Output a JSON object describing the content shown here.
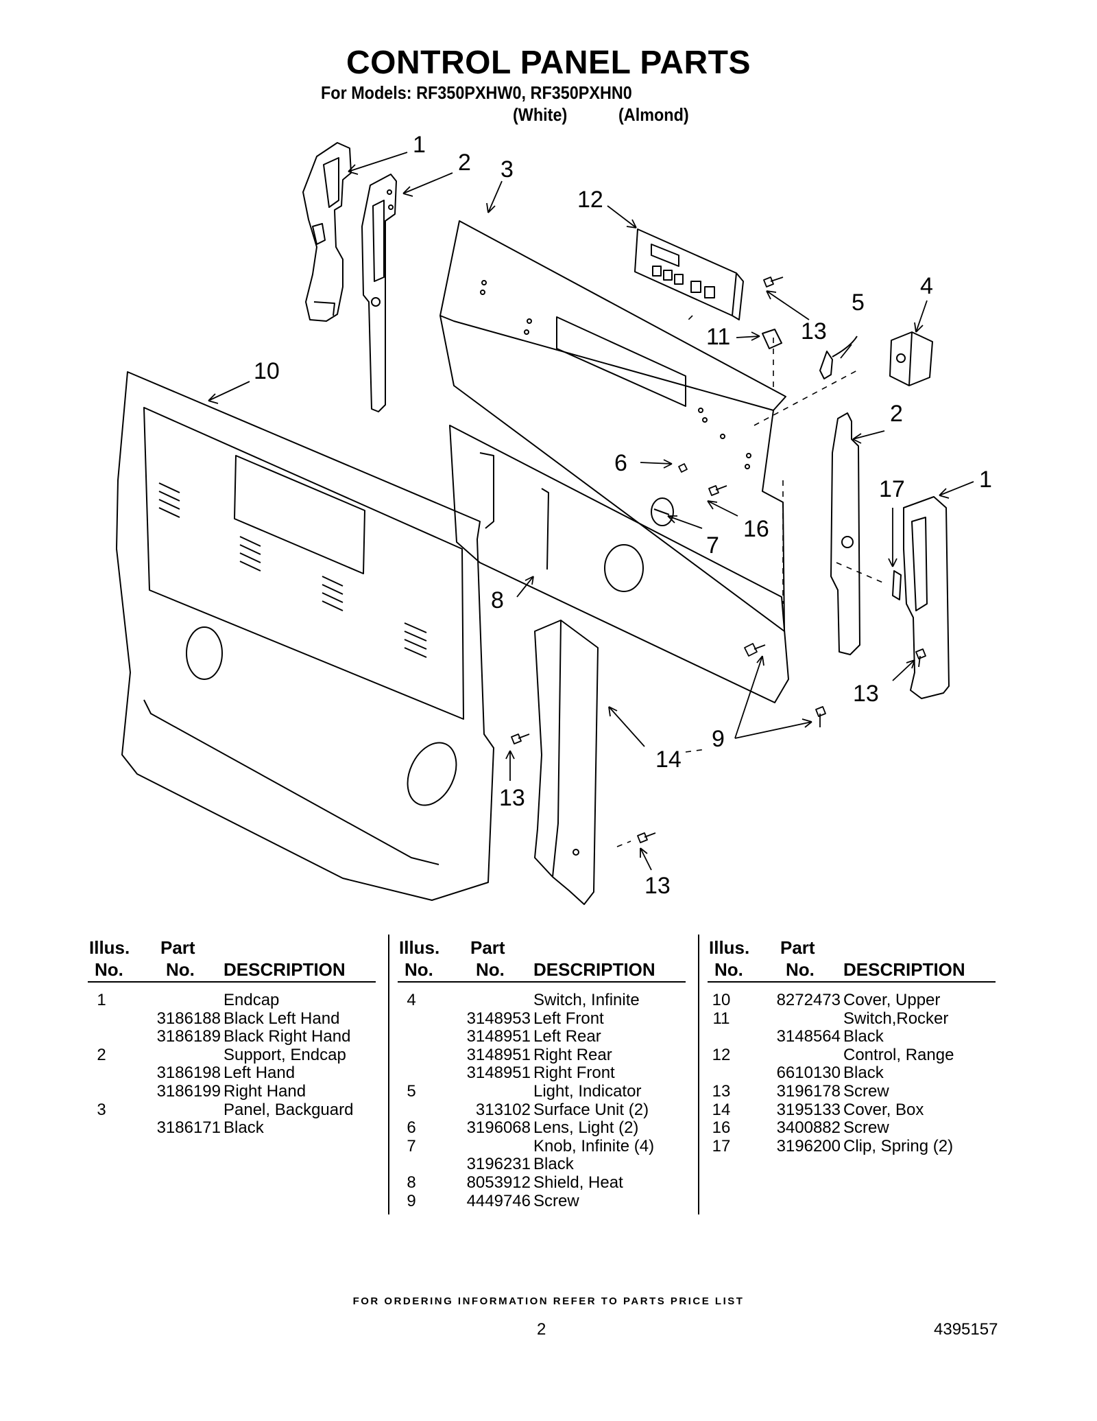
{
  "title": "CONTROL PANEL PARTS",
  "models_line": "For Models: RF350PXHW0, RF350PXHN0",
  "color_labels": [
    "(White)",
    "(Almond)"
  ],
  "callouts": [
    "1",
    "2",
    "3",
    "12",
    "4",
    "5",
    "13",
    "11",
    "10",
    "2",
    "6",
    "17",
    "1",
    "16",
    "7",
    "8",
    "13",
    "9",
    "14",
    "13",
    "13"
  ],
  "table_headers": {
    "illus": [
      "Illus.",
      "No."
    ],
    "part": [
      "Part",
      "No."
    ],
    "description": "DESCRIPTION"
  },
  "tables": [
    [
      {
        "illus": "1",
        "part": "",
        "desc": "Endcap"
      },
      {
        "illus": "",
        "part": "3186188",
        "desc": "Black Left Hand"
      },
      {
        "illus": "",
        "part": "3186189",
        "desc": "Black Right Hand"
      },
      {
        "illus": "2",
        "part": "",
        "desc": "Support, Endcap"
      },
      {
        "illus": "",
        "part": "3186198",
        "desc": "Left Hand"
      },
      {
        "illus": "",
        "part": "3186199",
        "desc": "Right Hand"
      },
      {
        "illus": "3",
        "part": "",
        "desc": "Panel, Backguard"
      },
      {
        "illus": "",
        "part": "3186171",
        "desc": "Black"
      }
    ],
    [
      {
        "illus": "4",
        "part": "",
        "desc": "Switch, Infinite"
      },
      {
        "illus": "",
        "part": "3148953",
        "desc": "Left Front"
      },
      {
        "illus": "",
        "part": "3148951",
        "desc": "Left Rear"
      },
      {
        "illus": "",
        "part": "3148951",
        "desc": "Right Rear"
      },
      {
        "illus": "",
        "part": "3148951",
        "desc": "Right Front"
      },
      {
        "illus": "5",
        "part": "",
        "desc": "Light, Indicator"
      },
      {
        "illus": "",
        "part": "313102",
        "desc": "Surface Unit (2)"
      },
      {
        "illus": "6",
        "part": "3196068",
        "desc": "Lens, Light (2)"
      },
      {
        "illus": "7",
        "part": "",
        "desc": "Knob, Infinite (4)"
      },
      {
        "illus": "",
        "part": "3196231",
        "desc": "Black"
      },
      {
        "illus": "8",
        "part": "8053912",
        "desc": "Shield, Heat"
      },
      {
        "illus": "9",
        "part": "4449746",
        "desc": "Screw"
      }
    ],
    [
      {
        "illus": "10",
        "part": "8272473",
        "desc": "Cover, Upper"
      },
      {
        "illus": "11",
        "part": "",
        "desc": "Switch,Rocker"
      },
      {
        "illus": "",
        "part": "3148564",
        "desc": "Black"
      },
      {
        "illus": "12",
        "part": "",
        "desc": "Control, Range"
      },
      {
        "illus": "",
        "part": "6610130",
        "desc": "Black"
      },
      {
        "illus": "13",
        "part": "3196178",
        "desc": "Screw"
      },
      {
        "illus": "14",
        "part": "3195133",
        "desc": "Cover, Box"
      },
      {
        "illus": "16",
        "part": "3400882",
        "desc": "Screw"
      },
      {
        "illus": "17",
        "part": "3196200",
        "desc": "Clip, Spring (2)"
      }
    ]
  ],
  "footer_note": "FOR ORDERING INFORMATION REFER TO PARTS PRICE LIST",
  "page_number": "2",
  "document_number": "4395157"
}
